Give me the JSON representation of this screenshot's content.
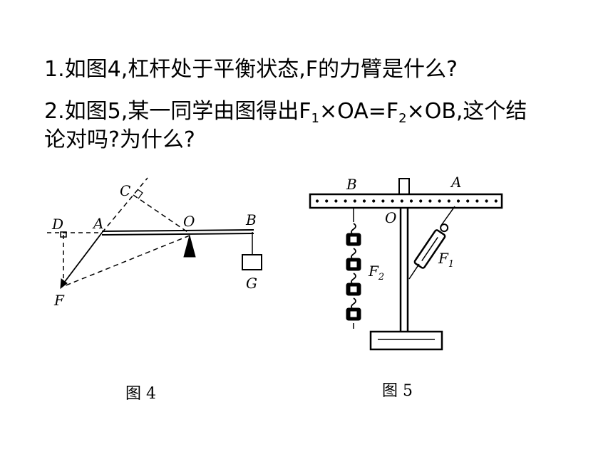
{
  "questions": {
    "q1": "1.如图4,杠杆处于平衡状态,F的力臂是什么?",
    "q2_prefix": "2.如图5,某一同学由图得出F",
    "q2_sub1": "1",
    "q2_mid": "×OA=F",
    "q2_sub2": "2",
    "q2_suffix": "×OB,这个结",
    "q2_line2": "论对吗?为什么?"
  },
  "figure4": {
    "caption": "图 4",
    "labels": {
      "C": "C",
      "D": "D",
      "A": "A",
      "O": "O",
      "B": "B",
      "F": "F",
      "G": "G"
    }
  },
  "figure5": {
    "caption": "图 5",
    "labels": {
      "B": "B",
      "A": "A",
      "O": "O",
      "F1": "F",
      "F1_sub": "1",
      "F2": "F",
      "F2_sub": "2"
    }
  }
}
